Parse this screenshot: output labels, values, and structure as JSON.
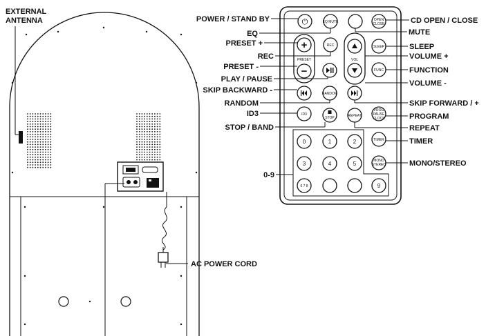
{
  "jukebox": {
    "antenna_label": [
      "EXTERNAL",
      "ANTENNA"
    ],
    "ac_cord_label": "AC POWER CORD"
  },
  "remote": {
    "callouts": {
      "power": "POWER / STAND BY",
      "eq": "EQ",
      "preset_plus": "PRESET +",
      "rec": "REC",
      "preset_minus": "PRESET -",
      "play_pause": "PLAY / PAUSE",
      "skip_backward": "SKIP BACKWARD -",
      "random": "RANDOM",
      "id3": "ID3",
      "stop_band": "STOP / BAND",
      "digits": "0-9",
      "cd_open": "CD OPEN / CLOSE",
      "mute": "MUTE",
      "sleep": "SLEEP",
      "volume_plus": "VOLUME +",
      "function": "FUNCTION",
      "volume_minus": "VOLUME -",
      "skip_forward": "SKIP FORWARD / +",
      "program": "PROGRAM",
      "repeat": "REPEAT",
      "timer": "TIMER",
      "mono_stereo": "MONO/STEREO"
    },
    "button_text": {
      "power": "⏻",
      "eq_mute": "EQ MUTE",
      "cd_open": [
        "OPEN",
        "CLOSE"
      ],
      "rec": "REC",
      "sleep": "SLEEP",
      "func": "FUNC",
      "preset_cap": "PRESET",
      "vol_cap": "VOL",
      "random": "RANDOM",
      "id3": "ID3",
      "stop": "STOP",
      "repeat": "REPEAT",
      "prog": [
        "PROG",
        "PAUSE",
        "CLOCK"
      ],
      "timer": "TIMER",
      "mono": [
        "MONO",
        "STEREO"
      ],
      "d0": "0",
      "d1": "1",
      "d2": "2",
      "d3": "3",
      "d4": "4",
      "d5": "5",
      "d678": "6 7 8",
      "d9": "9"
    },
    "button_icons": {
      "power": "power-icon",
      "plus": "plus-icon",
      "minus": "minus-icon",
      "play_pause": "play-pause-icon",
      "vol_up": "triangle-up-icon",
      "vol_down": "triangle-down-icon",
      "skip_back": "skip-back-icon",
      "skip_fwd": "skip-forward-icon",
      "stop": "stop-square-icon"
    }
  }
}
